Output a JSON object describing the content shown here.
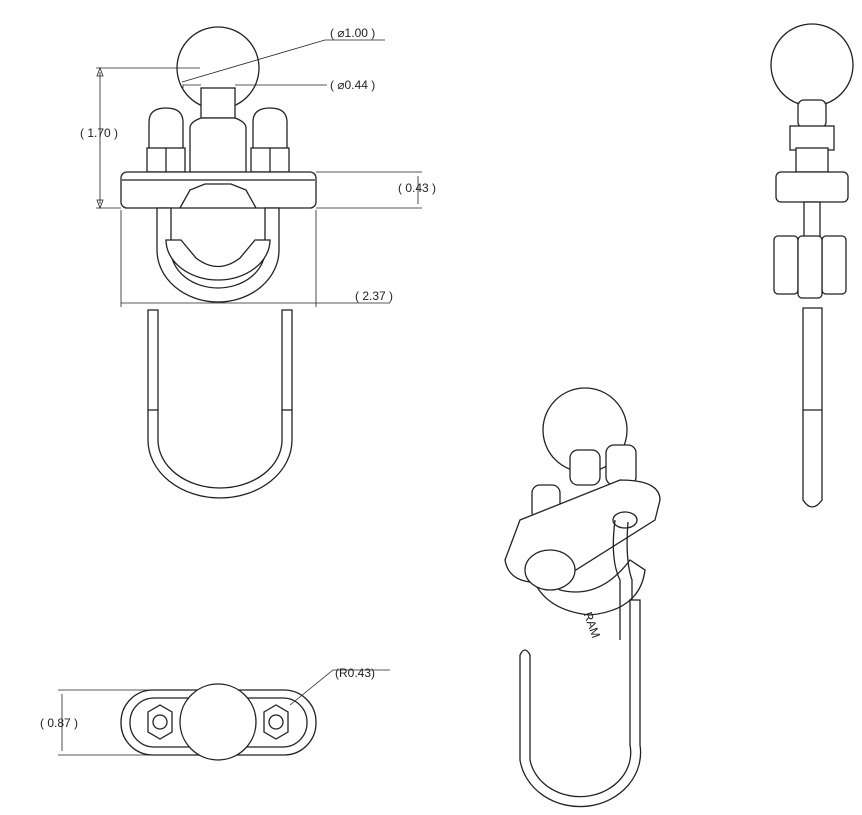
{
  "drawing": {
    "dimensions": {
      "ball_diameter": "( ⌀1.00 )",
      "neck_diameter": "( ⌀0.44 )",
      "overall_height": "( 1.70 )",
      "clamp_height": "( 0.43 )",
      "clamp_width": "( 2.37 )",
      "end_radius": "(R0.43)",
      "clamp_depth": "( 0.87 )"
    },
    "iso_marking": "RAM",
    "colors": {
      "line": "#222222",
      "background": "#ffffff"
    }
  }
}
